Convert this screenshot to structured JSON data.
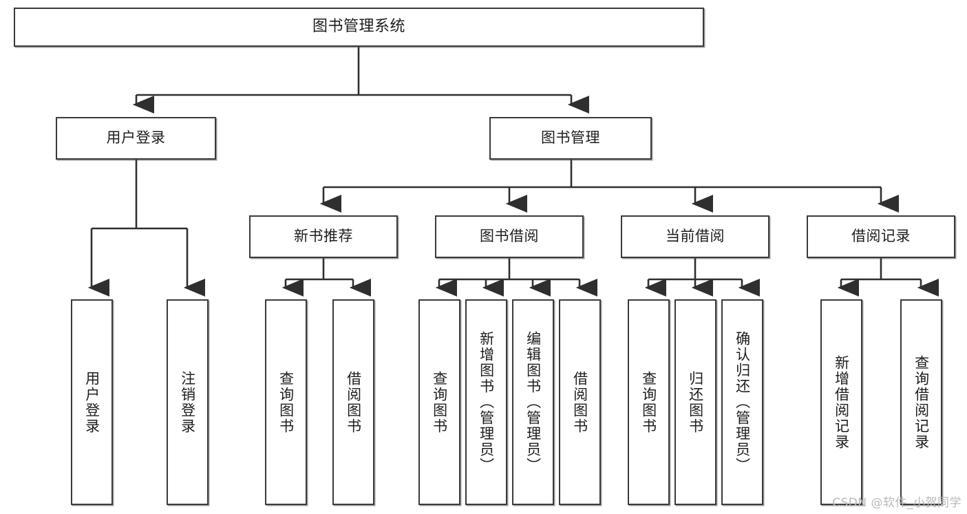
{
  "diagram": {
    "title": "图书管理系统",
    "type": "tree",
    "watermark": "CSDN @软件_小贺同学",
    "colors": {
      "box_border": "#3a3a3a",
      "box_fill": "#ffffff",
      "connector": "#2f2f2f",
      "text": "#1d1d1d",
      "watermark": "#b8b8b8"
    },
    "nodes": {
      "root": {
        "label": "图书管理系统",
        "level": 1,
        "orientation": "horizontal"
      },
      "l2": [
        {
          "id": "user-login",
          "label": "用户登录",
          "level": 2,
          "orientation": "horizontal"
        },
        {
          "id": "book-manage",
          "label": "图书管理",
          "level": 2,
          "orientation": "horizontal"
        }
      ],
      "l3": [
        {
          "id": "new-book-recommend",
          "label": "新书推荐",
          "level": 3,
          "orientation": "horizontal"
        },
        {
          "id": "book-borrow",
          "label": "图书借阅",
          "level": 3,
          "orientation": "horizontal"
        },
        {
          "id": "current-borrow",
          "label": "当前借阅",
          "level": 3,
          "orientation": "horizontal"
        },
        {
          "id": "borrow-record",
          "label": "借阅记录",
          "level": 3,
          "orientation": "horizontal"
        }
      ],
      "leaves": [
        {
          "id": "leaf-user-login",
          "label": "用户登录",
          "parent": "user-login",
          "orientation": "vertical"
        },
        {
          "id": "leaf-user-logout",
          "label": "注销登录",
          "parent": "user-login",
          "orientation": "vertical"
        },
        {
          "id": "leaf-query-book-1",
          "label": "查询图书",
          "parent": "new-book-recommend",
          "orientation": "vertical"
        },
        {
          "id": "leaf-borrow-book-1",
          "label": "借阅图书",
          "parent": "new-book-recommend",
          "orientation": "vertical"
        },
        {
          "id": "leaf-query-book-2",
          "label": "查询图书",
          "parent": "book-borrow",
          "orientation": "vertical"
        },
        {
          "id": "leaf-add-book",
          "label": "新增图书（管理员）",
          "parent": "book-borrow",
          "orientation": "vertical"
        },
        {
          "id": "leaf-edit-book",
          "label": "编辑图书（管理员）",
          "parent": "book-borrow",
          "orientation": "vertical"
        },
        {
          "id": "leaf-borrow-book-2",
          "label": "借阅图书",
          "parent": "book-borrow",
          "orientation": "vertical"
        },
        {
          "id": "leaf-query-book-3",
          "label": "查询图书",
          "parent": "current-borrow",
          "orientation": "vertical"
        },
        {
          "id": "leaf-return-book",
          "label": "归还图书",
          "parent": "current-borrow",
          "orientation": "vertical"
        },
        {
          "id": "leaf-confirm-return",
          "label": "确认归还（管理员）",
          "parent": "current-borrow",
          "orientation": "vertical"
        },
        {
          "id": "leaf-add-record",
          "label": "新增借阅记录",
          "parent": "borrow-record",
          "orientation": "vertical"
        },
        {
          "id": "leaf-query-record",
          "label": "查询借阅记录",
          "parent": "borrow-record",
          "orientation": "vertical"
        }
      ]
    }
  }
}
